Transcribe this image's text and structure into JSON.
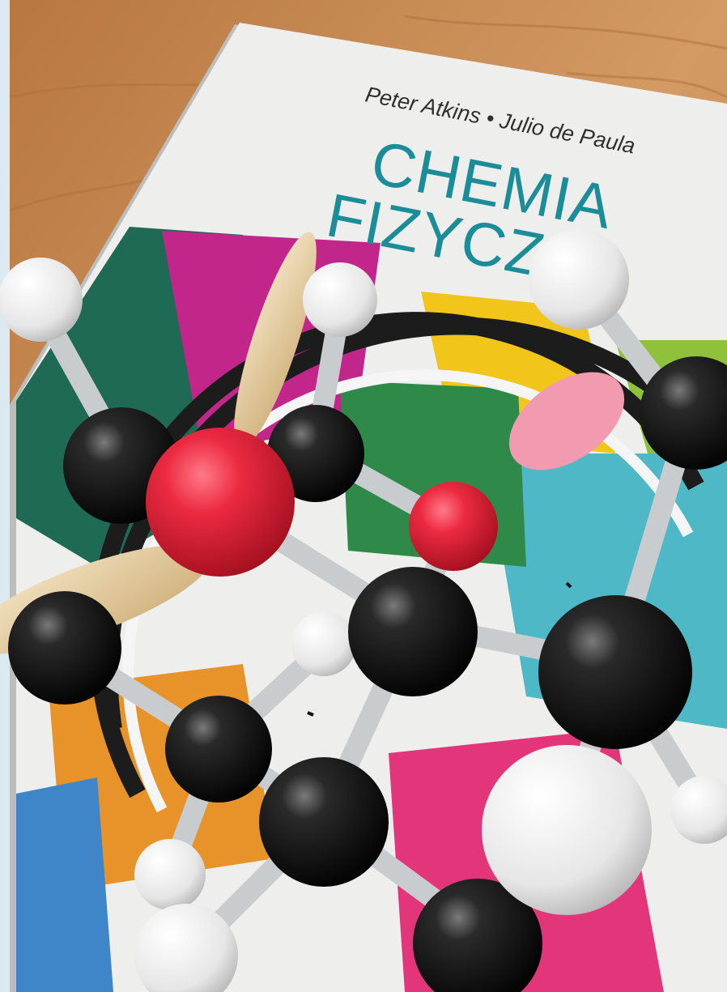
{
  "book": {
    "authors": "Peter Atkins • Julio de Paula",
    "title_line1": "CHEMIA",
    "title_line2": "FIZYCZ"
  },
  "colors": {
    "background_frame": "#dbe9f3",
    "table_wood": "#c98a52",
    "cover": "#eeeeec",
    "title": "#1a8d98",
    "carbon_atom": "#111111",
    "hydrogen_atom": "#f2f2f2",
    "oxygen_atom": "#e3283e",
    "bond": "#c9cccf",
    "lone_pair_lobe": "#e8d2a8",
    "pink_lobe": "#f19ab0"
  }
}
